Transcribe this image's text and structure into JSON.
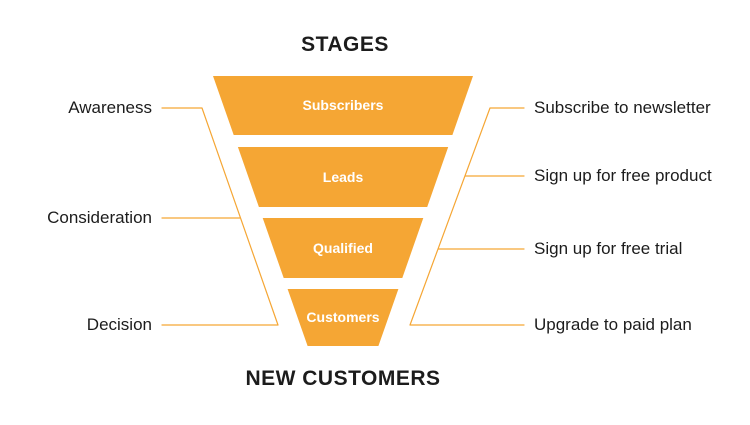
{
  "diagram": {
    "title": "STAGES",
    "footer": "NEW CUSTOMERS",
    "colors": {
      "accent": "#F5A634",
      "text": "#1C1C1C",
      "stage_text": "#FFFFFF",
      "background": "#FFFFFF"
    },
    "stages": [
      {
        "label": "Subscribers"
      },
      {
        "label": "Leads"
      },
      {
        "label": "Qualified"
      },
      {
        "label": "Customers"
      }
    ],
    "phases": [
      {
        "label": "Awareness"
      },
      {
        "label": "Consideration"
      },
      {
        "label": "Decision"
      }
    ],
    "actions": [
      {
        "label": "Subscribe to newsletter"
      },
      {
        "label": "Sign up for free product"
      },
      {
        "label": "Sign up for free trial"
      },
      {
        "label": "Upgrade to paid plan"
      }
    ]
  }
}
